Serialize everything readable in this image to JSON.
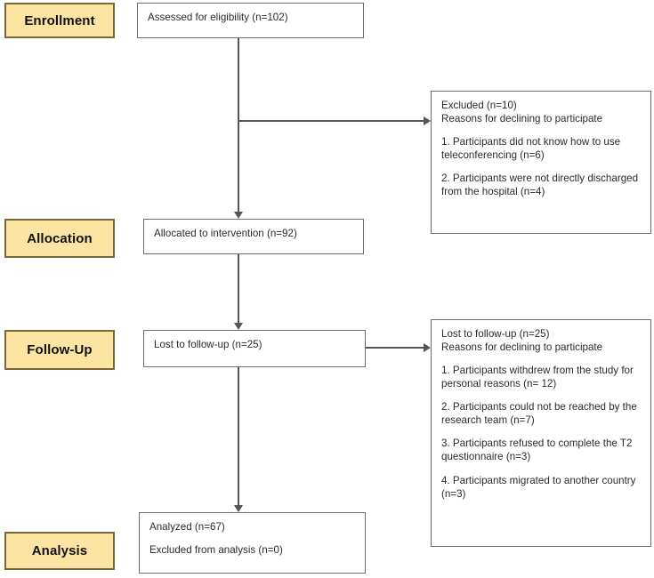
{
  "diagram": {
    "title": "CONSORT participant flow diagram",
    "accent_yellow": "#FCE5A2",
    "accent_yellow_border": "#76683A",
    "box_border": "#6f6f6f",
    "connector_color": "#555555"
  },
  "stages": [
    {
      "id": "enrollment",
      "label": "Enrollment"
    },
    {
      "id": "allocation",
      "label": "Allocation"
    },
    {
      "id": "followup",
      "label": "Follow-Up"
    },
    {
      "id": "analysis",
      "label": "Analysis"
    }
  ],
  "flow": {
    "assessed": {
      "lines": [
        "Assessed for eligibility (n=102)"
      ]
    },
    "excluded": {
      "lines": [
        "Excluded (n=10)\nReasons for declining to participate",
        "1. Participants did not know how to use teleconferencing (n=6)",
        "2. Participants were not directly discharged from the hospital (n=4)"
      ]
    },
    "allocated": {
      "lines": [
        "Allocated to intervention (n=92)"
      ]
    },
    "lost": {
      "lines": [
        "Lost to follow-up (n=25)"
      ]
    },
    "lost_reasons": {
      "lines": [
        "Lost to follow-up (n=25)\nReasons for declining to participate",
        "1. Participants withdrew from the study for personal reasons (n= 12)",
        "2. Participants could not be reached by the research team (n=7)",
        "3. Participants refused to complete the T2 questionnaire (n=3)",
        "4. Participants migrated to another country (n=3)"
      ]
    },
    "analyzed": {
      "lines": [
        "Analyzed (n=67)",
        "Excluded from analysis (n=0)"
      ]
    }
  }
}
